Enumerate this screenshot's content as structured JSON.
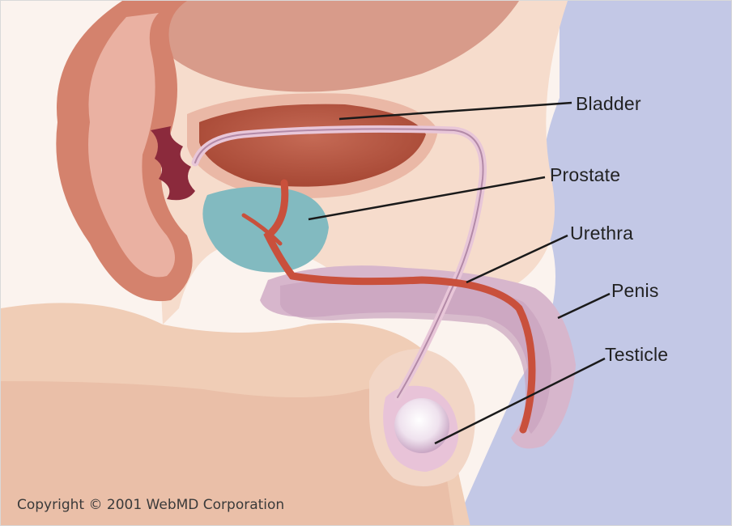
{
  "labels": {
    "bladder": "Bladder",
    "prostate": "Prostate",
    "urethra": "Urethra",
    "penis": "Penis",
    "testicle": "Testicle"
  },
  "copyright": "Copyright © 2001 WebMD Corporation",
  "colors": {
    "skin": "#f0cdb6",
    "background_blue": "#c3c8e6",
    "bladder_wall": "#e8b5a3",
    "bladder_interior": "#b5503e",
    "prostate": "#7fb7bd",
    "urethra": "#c9503c",
    "penis_tissue": "#d7b6cc",
    "testicle": "#f4eef4",
    "leader_line": "#1a1a1a"
  }
}
